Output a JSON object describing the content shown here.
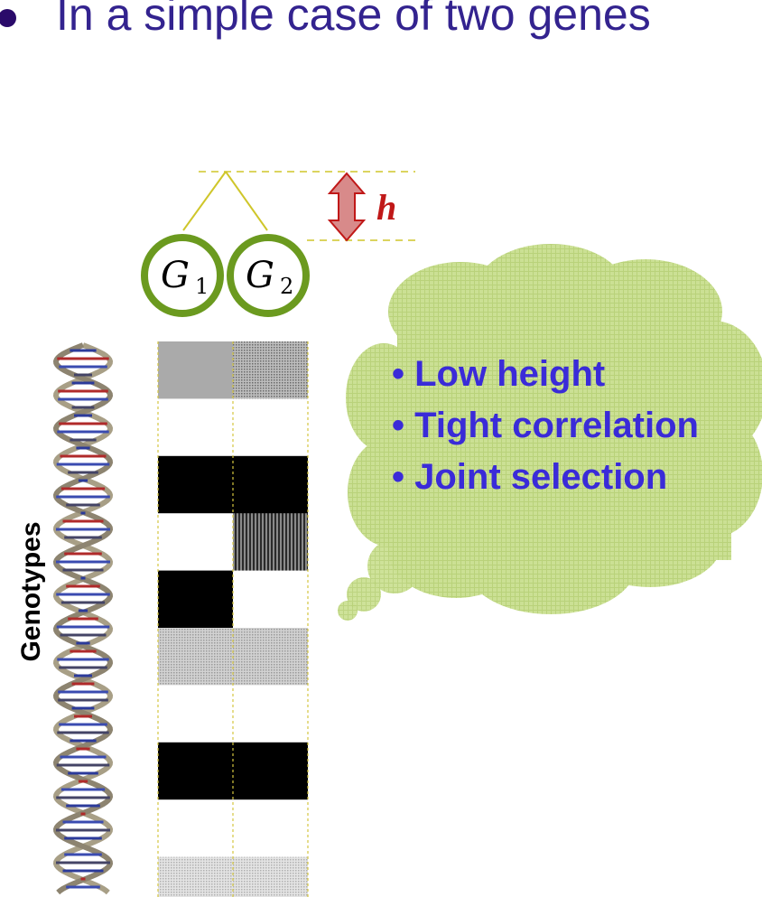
{
  "slide": {
    "bullet_text": "In a simple case of two genes"
  },
  "diagram": {
    "gene_labels": [
      "G",
      "G"
    ],
    "gene_subscripts": [
      "1",
      "2"
    ],
    "height_label": "h",
    "genotypes_label": "Genotypes",
    "cloud_items": [
      "• Low height",
      "• Tight correlation",
      "• Joint selection"
    ],
    "colors": {
      "bullet_text": "#33238f",
      "gene_ring": "#6b9a1f",
      "dendrogram_line": "#cfc62a",
      "arrow": "#c01818",
      "cloud_fill": "#c7dd8c",
      "cloud_text": "#3a2bd8",
      "black_cell": "#000000",
      "gray_cell": "#aaaaaa",
      "dotted_cell": "#b5b5b5"
    },
    "genotype_matrix": [
      [
        "gray",
        "dotted-dark"
      ],
      [
        "white",
        "white"
      ],
      [
        "black",
        "black"
      ],
      [
        "white",
        "vertical-stripe"
      ],
      [
        "black",
        "white"
      ],
      [
        "dotted",
        "dotted"
      ],
      [
        "white",
        "white"
      ],
      [
        "black",
        "black"
      ],
      [
        "white",
        "white"
      ],
      [
        "dotted-light",
        "dotted-light"
      ]
    ]
  }
}
